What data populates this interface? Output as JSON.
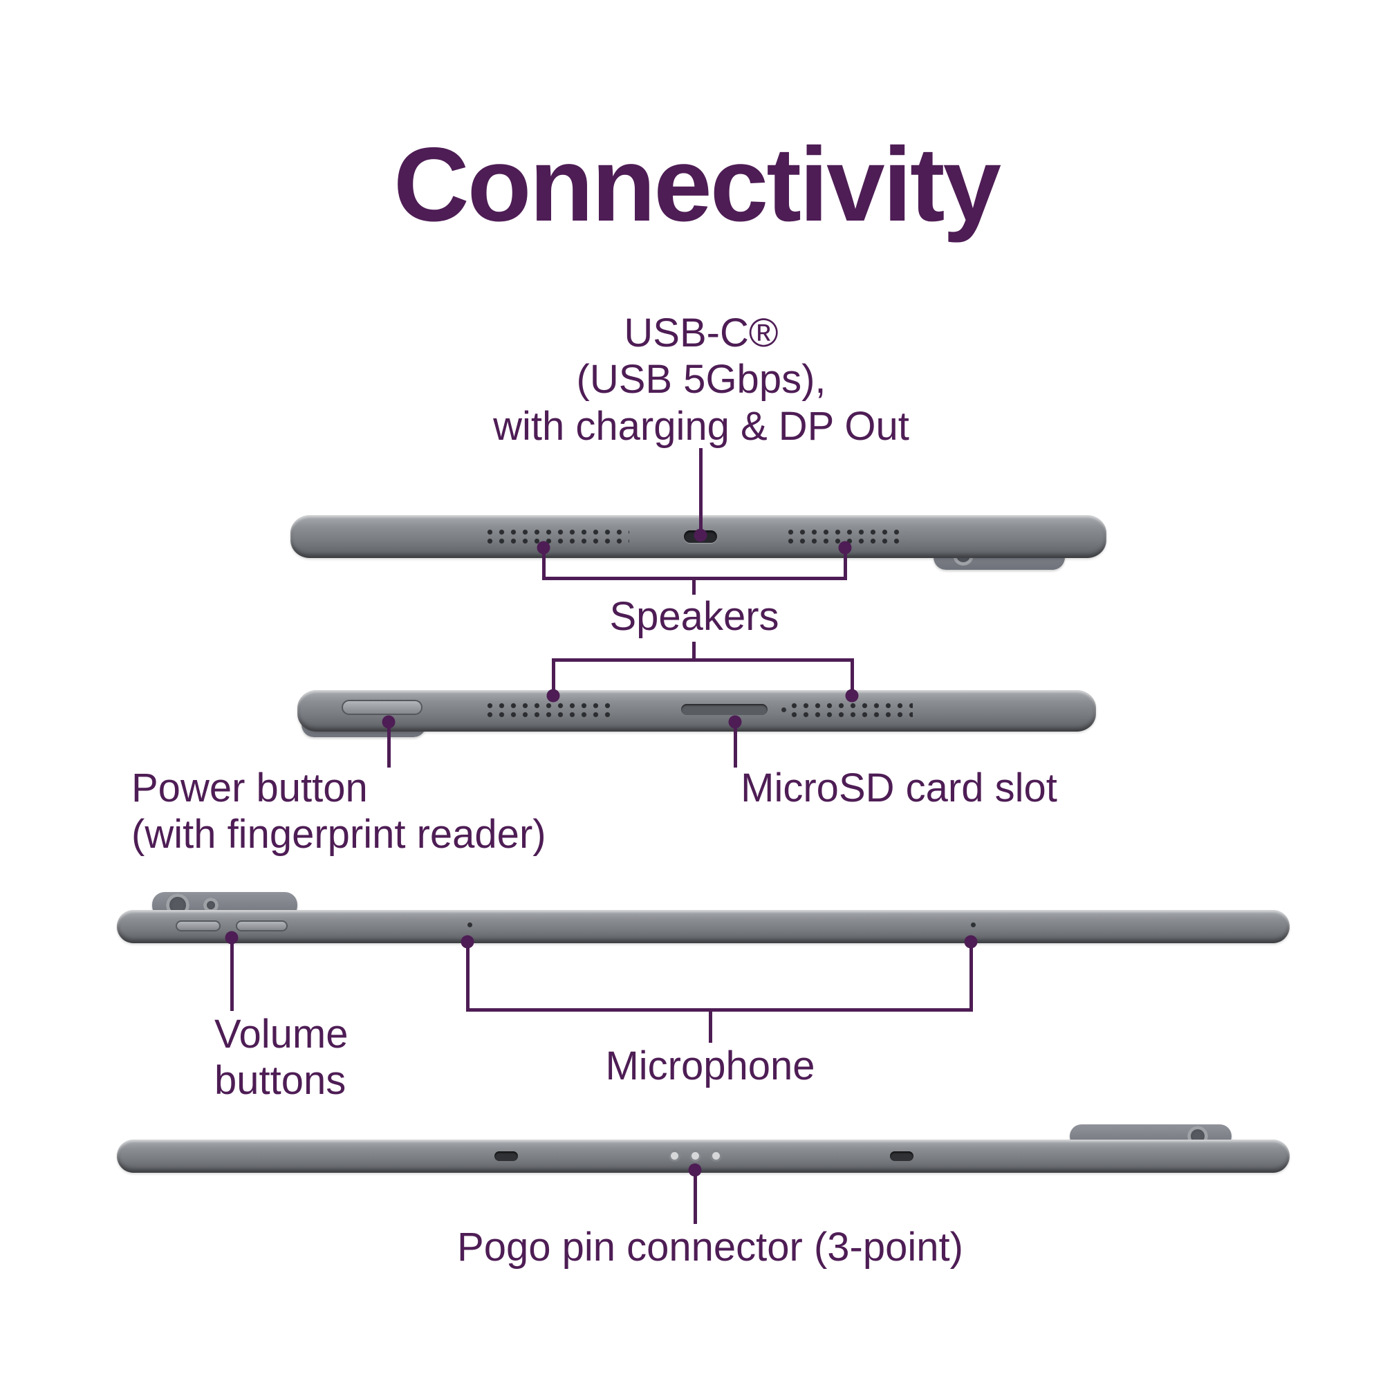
{
  "title": "Connectivity",
  "colors": {
    "accent": "#4e1d55",
    "background": "#ffffff",
    "tablet_gray": "#777a7f"
  },
  "callouts": {
    "usb_c": "USB-C®\n(USB 5Gbps),\nwith charging & DP Out",
    "speakers": "Speakers",
    "power_button": "Power button\n(with fingerprint reader)",
    "microsd": "MicroSD card slot",
    "volume": "Volume\nbuttons",
    "microphone": "Microphone",
    "pogo": "Pogo pin connector (3-point)"
  }
}
